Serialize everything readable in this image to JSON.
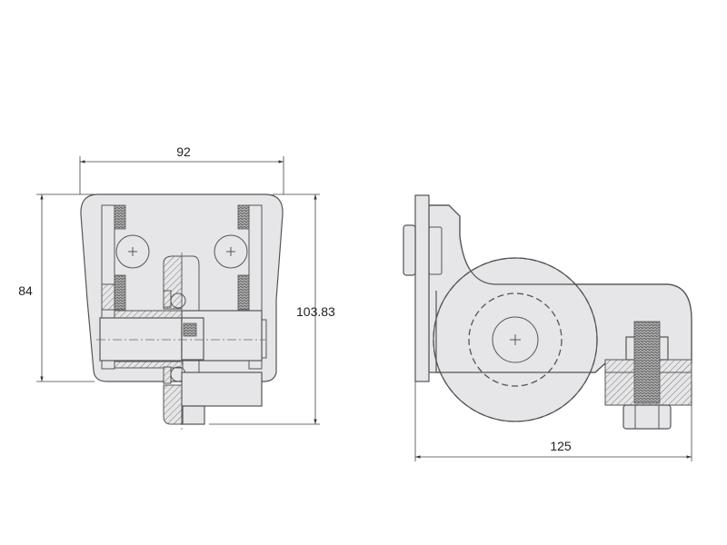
{
  "dimensions": {
    "width_front": "92",
    "height_front": "84",
    "height_total": "103.83",
    "width_side": "125"
  }
}
